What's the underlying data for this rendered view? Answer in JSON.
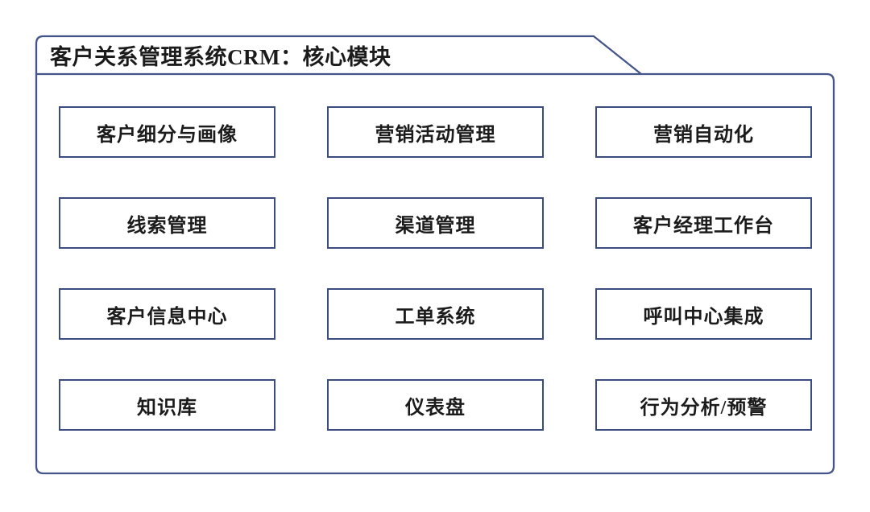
{
  "diagram": {
    "title": "客户关系管理系统CRM：核心模块",
    "modules": [
      {
        "label": "客户细分与画像"
      },
      {
        "label": "营销活动管理"
      },
      {
        "label": "营销自动化"
      },
      {
        "label": "线索管理"
      },
      {
        "label": "渠道管理"
      },
      {
        "label": "客户经理工作台"
      },
      {
        "label": "客户信息中心"
      },
      {
        "label": "工单系统"
      },
      {
        "label": "呼叫中心集成"
      },
      {
        "label": "知识库"
      },
      {
        "label": "仪表盘"
      },
      {
        "label": "行为分析/预警"
      }
    ],
    "colors": {
      "outline": "#44558a",
      "box_border": "#3a4c80",
      "text": "#1b1b1b",
      "background": "#ffffff"
    }
  }
}
